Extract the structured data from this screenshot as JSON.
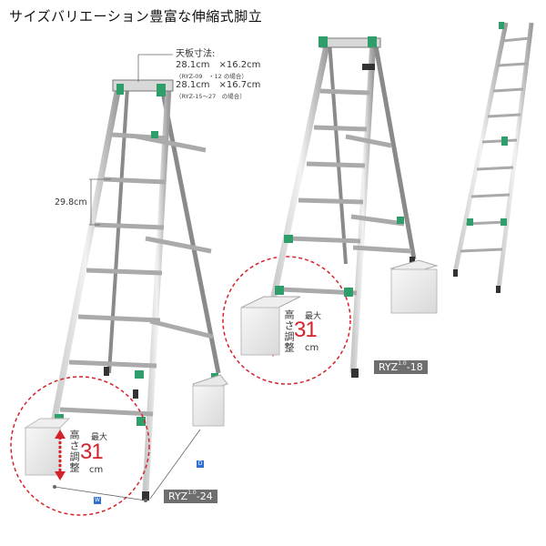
{
  "title": "サイズバリエーション豊富な伸縮式脚立",
  "spec": {
    "heading": "天板寸法:",
    "size_a": "28.1cm　×16.2cm",
    "note_a": "（RYZ-09　・12 の場合）",
    "size_b": "28.1cm　×16.7cm",
    "note_b": "（RYZ-15～27　の場合）"
  },
  "step_spacing": "29.8cm",
  "adjust": {
    "vertical_text": "高さ調整",
    "max_label": "最大",
    "value": "31",
    "unit": "cm"
  },
  "models": {
    "large": {
      "prefix": "RYZ",
      "sup": "1.0",
      "suffix": "-24"
    },
    "medium": {
      "prefix": "RYZ",
      "sup": "1.0",
      "suffix": "-18"
    }
  },
  "markers": {
    "width": "W",
    "depth": "D"
  },
  "colors": {
    "accent_red": "#d4232a",
    "ladder_green": "#2f9e6b",
    "marker_blue": "#2e6fd0",
    "tag_gray": "#6e6e6e"
  }
}
